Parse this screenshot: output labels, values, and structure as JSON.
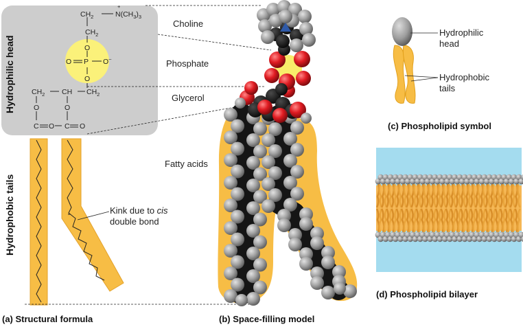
{
  "panels": {
    "a": "(a) Structural formula",
    "b": "(b) Space-filling model",
    "c": "(c) Phospholipid symbol",
    "d": "(d) Phospholipid bilayer"
  },
  "regions": {
    "head": "Hydrophilic head",
    "tails": "Hydrophobic tails"
  },
  "parts": {
    "choline": "Choline",
    "phosphate": "Phosphate",
    "glycerol": "Glycerol",
    "fatty_acids": "Fatty acids"
  },
  "kink": {
    "line1_pre": "Kink due to ",
    "line1_italic": "cis",
    "line2": "double bond"
  },
  "symbol": {
    "head_line1": "Hydrophilic",
    "head_line2": "head",
    "tails_line1": "Hydrophobic",
    "tails_line2": "tails"
  },
  "formula": {
    "ch2": "CH",
    "sub2": "2",
    "n_group": "N(CH",
    "n_sub": "3",
    "n_close": ")",
    "n_sub2": "3",
    "plus": "+",
    "minus": "–",
    "o": "O",
    "p": "P",
    "ch": "CH",
    "c": "C",
    "eq": "="
  },
  "colors": {
    "head_box": "#cdcdcd",
    "phosphate_circle": "#fbf17a",
    "tail_fill": "#f7bd45",
    "tail_stroke": "#e19f1b",
    "carbon": "#1b1b1b",
    "hydrogen": "#9a9a9a",
    "oxygen": "#d91f25",
    "nitrogen": "#2f5aa8",
    "water": "#a4dcef"
  }
}
